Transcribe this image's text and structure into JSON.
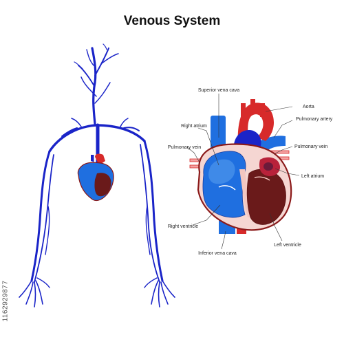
{
  "title": "Venous System",
  "stock_id": "1162929877",
  "colors": {
    "vein": "#1a24c8",
    "heart_blue": "#1f6fe0",
    "heart_red": "#d72a2a",
    "muscle_dark": "#6a1a1a",
    "outline": "#8b1a1a",
    "pink": "#f5d6d2"
  },
  "labels": {
    "superior_vena_cava": "Superior vena cava",
    "aorta": "Aorta",
    "right_atrium": "Right atrium",
    "pulmonary_artery": "Pulmonary artery",
    "pulmonary_vein_left": "Pulmonary vein",
    "pulmonary_vein_right": "Pulmonary vein",
    "left_atrium": "Left atrium",
    "right_ventricle": "Right ventricle",
    "inferior_vena_cava": "Inferior vena cava",
    "left_ventricle": "Left ventricle"
  }
}
